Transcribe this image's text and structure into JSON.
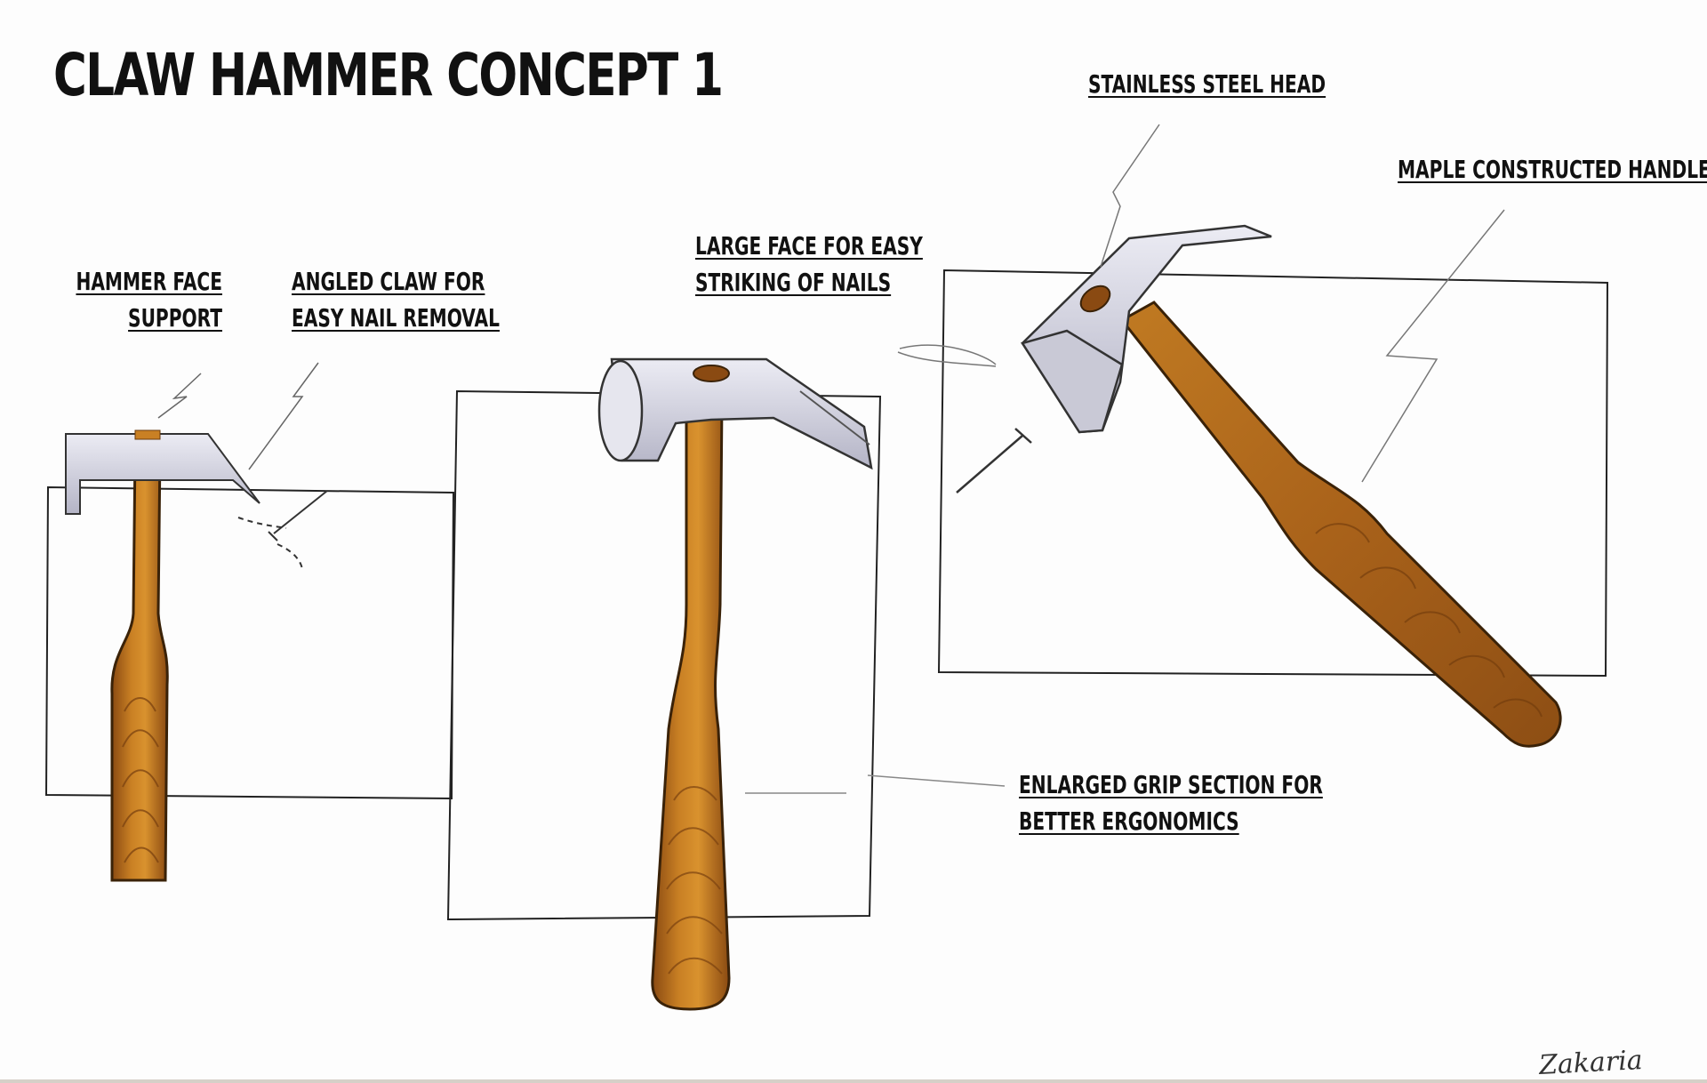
{
  "title": "CLAW HAMMER CONCEPT 1",
  "annotations": {
    "hammer_face_support": [
      "HAMMER FACE",
      "SUPPORT"
    ],
    "angled_claw": [
      "ANGLED CLAW FOR",
      "EASY  NAIL REMOVAL"
    ],
    "large_face": [
      "LARGE FACE FOR EASY",
      "STRIKING OF NAILS"
    ],
    "stainless_head": [
      "STAINLESS STEEL HEAD"
    ],
    "maple_handle": [
      "MAPLE CONSTRUCTED HANDLE"
    ],
    "enlarged_grip": [
      "ENLARGED GRIP SECTION FOR",
      "BETTER ERGONOMICS"
    ]
  },
  "signature": "Zakaria",
  "colors": {
    "wood": "#b86e1a",
    "wood_dark": "#7a4310",
    "steel": "#d6d6e2",
    "steel_shadow": "#9c9cae",
    "ink": "#111111"
  }
}
